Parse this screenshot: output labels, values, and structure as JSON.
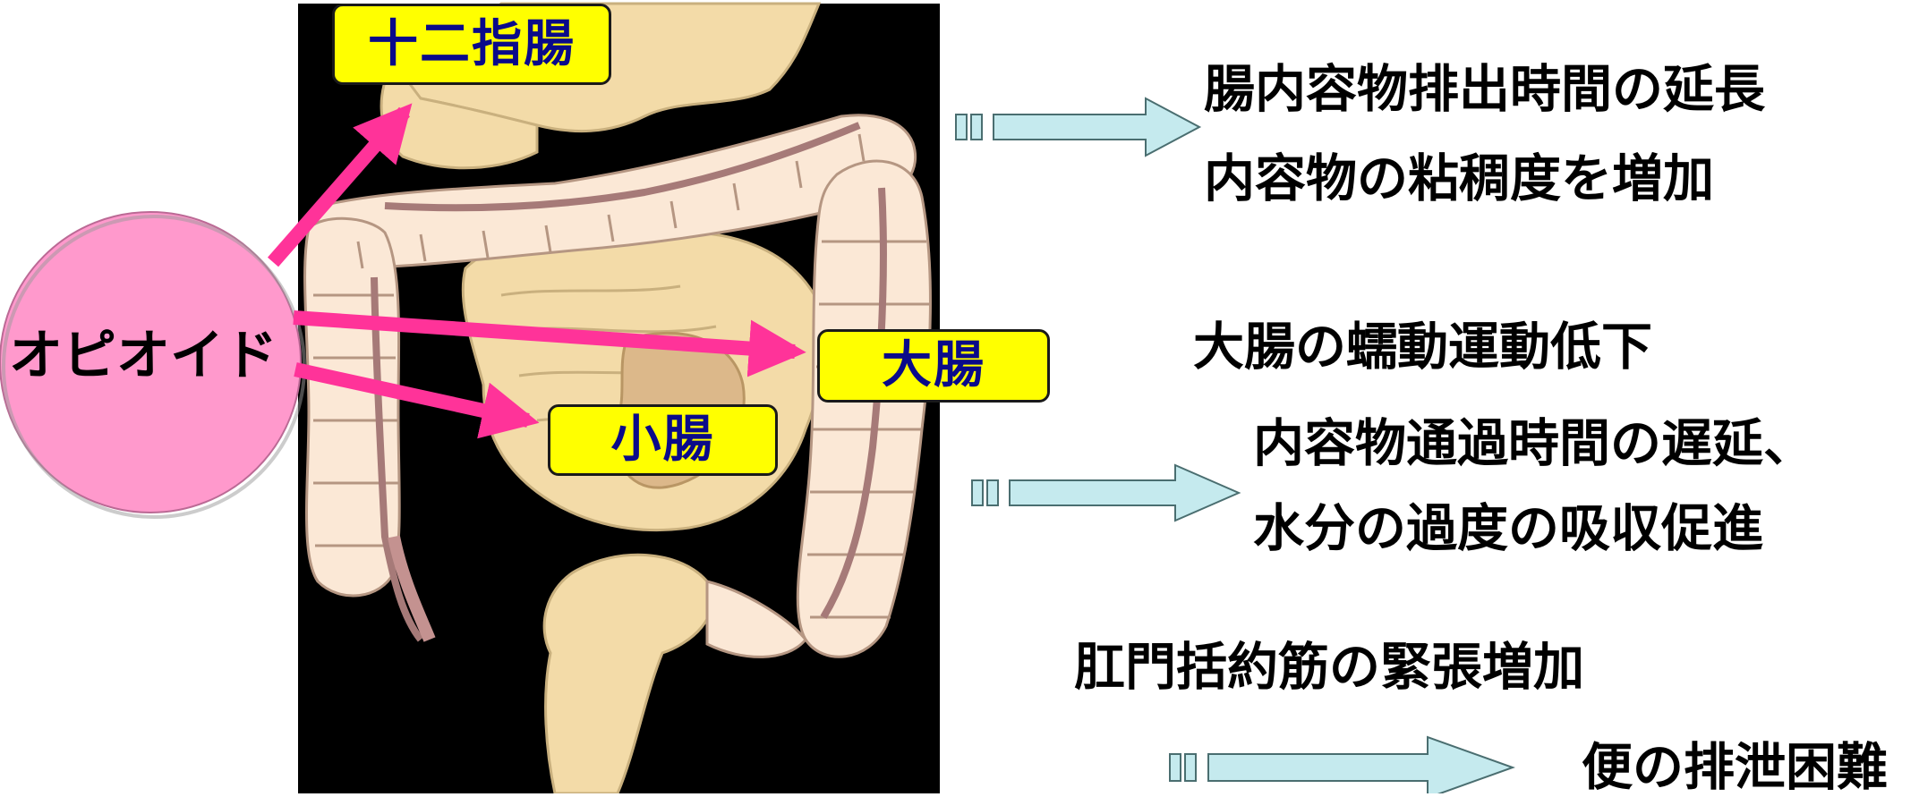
{
  "opioid": {
    "label": "オピオイド",
    "color": "#ff99cc"
  },
  "organs": {
    "duodenum": "十二指腸",
    "large_intestine": "大腸",
    "small_intestine": "小腸"
  },
  "effects": {
    "duodenum_line1": "腸内容物排出時間の延長",
    "duodenum_line2": "内容物の粘稠度を増加",
    "large_header": "大腸の蠕動運動低下",
    "large_line1": "内容物通過時間の遅延、",
    "large_line2": "水分の過度の吸収促進",
    "sphincter": "肛門括約筋の緊張増加",
    "result": "便の排泄困難"
  },
  "colors": {
    "arrow_pink": "#ff3399",
    "label_fill": "#ffff00",
    "label_text": "#0a0a8a",
    "effect_arrow_fill": "#c5eaee",
    "panel_bg": "#000000"
  }
}
